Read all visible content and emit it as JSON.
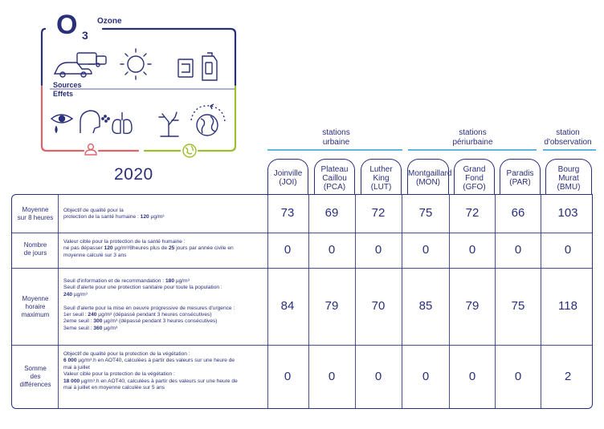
{
  "graphic": {
    "molecule": "O",
    "molecule_sub": "3",
    "pollutant_name": "Ozone",
    "sources_label": "Sources",
    "effets_label": "Effets",
    "colors": {
      "navy": "#2a2f7a",
      "red": "#e0636b",
      "green": "#9bbd2e",
      "blue": "#5bb7e0"
    },
    "icons": [
      "car-truck-icon",
      "sun-icon",
      "solvent-cans-icon",
      "eye-irritation-icon",
      "cough-icon",
      "lungs-icon",
      "dead-tree-icon",
      "globe-icon",
      "person-icon",
      "biosphere-icon"
    ]
  },
  "year": "2020",
  "groups": [
    {
      "label_line1": "stations",
      "label_line2": "urbaine"
    },
    {
      "label_line1": "stations",
      "label_line2": "périurbaine"
    },
    {
      "label_line1": "station",
      "label_line2": "d'observation"
    }
  ],
  "stations": [
    {
      "line1": "Joinville",
      "line2": "(JOI)",
      "line3": ""
    },
    {
      "line1": "Plateau",
      "line2": "Caillou",
      "line3": "(PCA)"
    },
    {
      "line1": "Luther",
      "line2": "King",
      "line3": "(LUT)"
    },
    {
      "line1": "Montgaillard",
      "line2": "(MON)",
      "line3": ""
    },
    {
      "line1": "Grand",
      "line2": "Fond",
      "line3": "(GFO)"
    },
    {
      "line1": "Paradis",
      "line2": "(PAR)",
      "line3": ""
    },
    {
      "line1": "Bourg",
      "line2": "Murat",
      "line3": "(BMU)"
    }
  ],
  "rows": [
    {
      "label": [
        "Moyenne",
        "sur 8 heures"
      ],
      "desc": [
        [
          {
            "t": "Objectif de qualité pour la"
          }
        ],
        [
          {
            "t": "protection de la santé humaine : "
          },
          {
            "t": "120",
            "b": true
          },
          {
            "t": " µg/m³"
          }
        ]
      ],
      "values": [
        "73",
        "69",
        "72",
        "75",
        "72",
        "66",
        "103"
      ]
    },
    {
      "label": [
        "Nombre",
        "de jours"
      ],
      "desc": [
        [
          {
            "t": "Valeur cible pour la protection de la santé humaine :"
          }
        ],
        [
          {
            "t": "ne pas dépasser "
          },
          {
            "t": "120",
            "b": true
          },
          {
            "t": " µg/m³/8heures plus de "
          },
          {
            "t": "25",
            "b": true
          },
          {
            "t": " jours par année civile en"
          }
        ],
        [
          {
            "t": "moyenne calculé sur 3 ans"
          }
        ]
      ],
      "values": [
        "0",
        "0",
        "0",
        "0",
        "0",
        "0",
        "0"
      ]
    },
    {
      "label": [
        "Moyenne",
        "horaire",
        "maximum"
      ],
      "desc": [
        [
          {
            "t": "Seuil d'information et de recommandation : "
          },
          {
            "t": "180",
            "b": true
          },
          {
            "t": " µg/m³"
          }
        ],
        [
          {
            "t": "Seuil d'alerte pour une protection sanitaire pour toute la population :"
          }
        ],
        [
          {
            "t": "240",
            "b": true
          },
          {
            "t": " µg/m³"
          }
        ],
        [
          {
            "t": ""
          }
        ],
        [
          {
            "t": "Seuil d'alerte pour la mise en oeuvre progressive de mesures d'urgence :"
          }
        ],
        [
          {
            "t": "1er seuil : "
          },
          {
            "t": "240",
            "b": true
          },
          {
            "t": " µg/m³ (dépassé pendant 3 heures consécutives)"
          }
        ],
        [
          {
            "t": "2eme seuil : "
          },
          {
            "t": "300",
            "b": true
          },
          {
            "t": " µg/m³ (dépassé pendant 3 heures consécutives)"
          }
        ],
        [
          {
            "t": "3eme seuil : "
          },
          {
            "t": "360",
            "b": true
          },
          {
            "t": " µg/m³"
          }
        ]
      ],
      "values": [
        "84",
        "79",
        "70",
        "85",
        "79",
        "75",
        "118"
      ]
    },
    {
      "label": [
        "Somme",
        "des",
        "différences"
      ],
      "desc": [
        [
          {
            "t": "Objectif de qualité pour la protection de la végétation :"
          }
        ],
        [
          {
            "t": "6 000",
            "b": true
          },
          {
            "t": " µg/m³.h en AOT40, calculées à partir des valeurs sur une heure de"
          }
        ],
        [
          {
            "t": "mai à juillet"
          }
        ],
        [
          {
            "t": "Valeur cible pour la protection de la végétation :"
          }
        ],
        [
          {
            "t": "18 000",
            "b": true
          },
          {
            "t": " µg/m³.h en AOT40, calculées à partir des valeurs sur une heure de"
          }
        ],
        [
          {
            "t": "mai à juillet en moyenne calculée sur 5 ans"
          }
        ]
      ],
      "values": [
        "0",
        "0",
        "0",
        "0",
        "0",
        "0",
        "2"
      ]
    }
  ]
}
